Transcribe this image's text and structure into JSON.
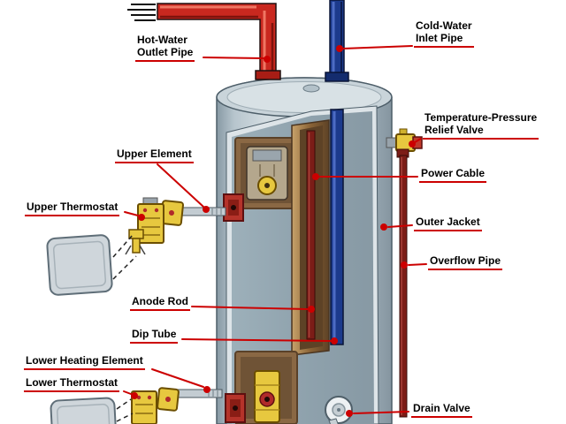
{
  "meta": {
    "title": "Electric Water Heater Parts Diagram"
  },
  "colors": {
    "leader_line": "#cc0000",
    "label_underline": "#cc0000",
    "label_text": "#000000",
    "tank_jacket": "#c0ccd4",
    "hot_water_pipe": "#c9281f",
    "cold_water_pipe": "#1c3a8c",
    "overflow_pipe": "#7c1d17",
    "brass_component": "#e7c83f",
    "access_panel": "#8a6844"
  },
  "labels": [
    {
      "id": "hot-water-outlet-pipe",
      "text": "Hot-Water\nOutlet Pipe"
    },
    {
      "id": "cold-water-inlet-pipe",
      "text": "Cold-Water\nInlet Pipe"
    },
    {
      "id": "temperature-pressure-relief-valve",
      "text": "Temperature-Pressure\nRelief Valve"
    },
    {
      "id": "power-cable",
      "text": "Power Cable"
    },
    {
      "id": "outer-jacket",
      "text": "Outer Jacket"
    },
    {
      "id": "overflow-pipe",
      "text": "Overflow Pipe"
    },
    {
      "id": "upper-element",
      "text": "Upper Element"
    },
    {
      "id": "upper-thermostat",
      "text": "Upper Thermostat"
    },
    {
      "id": "anode-rod",
      "text": "Anode Rod"
    },
    {
      "id": "dip-tube",
      "text": "Dip Tube"
    },
    {
      "id": "lower-heating-element",
      "text": "Lower Heating Element"
    },
    {
      "id": "lower-thermostat",
      "text": "Lower Thermostat"
    },
    {
      "id": "drain-valve",
      "text": "Drain Valve"
    }
  ]
}
